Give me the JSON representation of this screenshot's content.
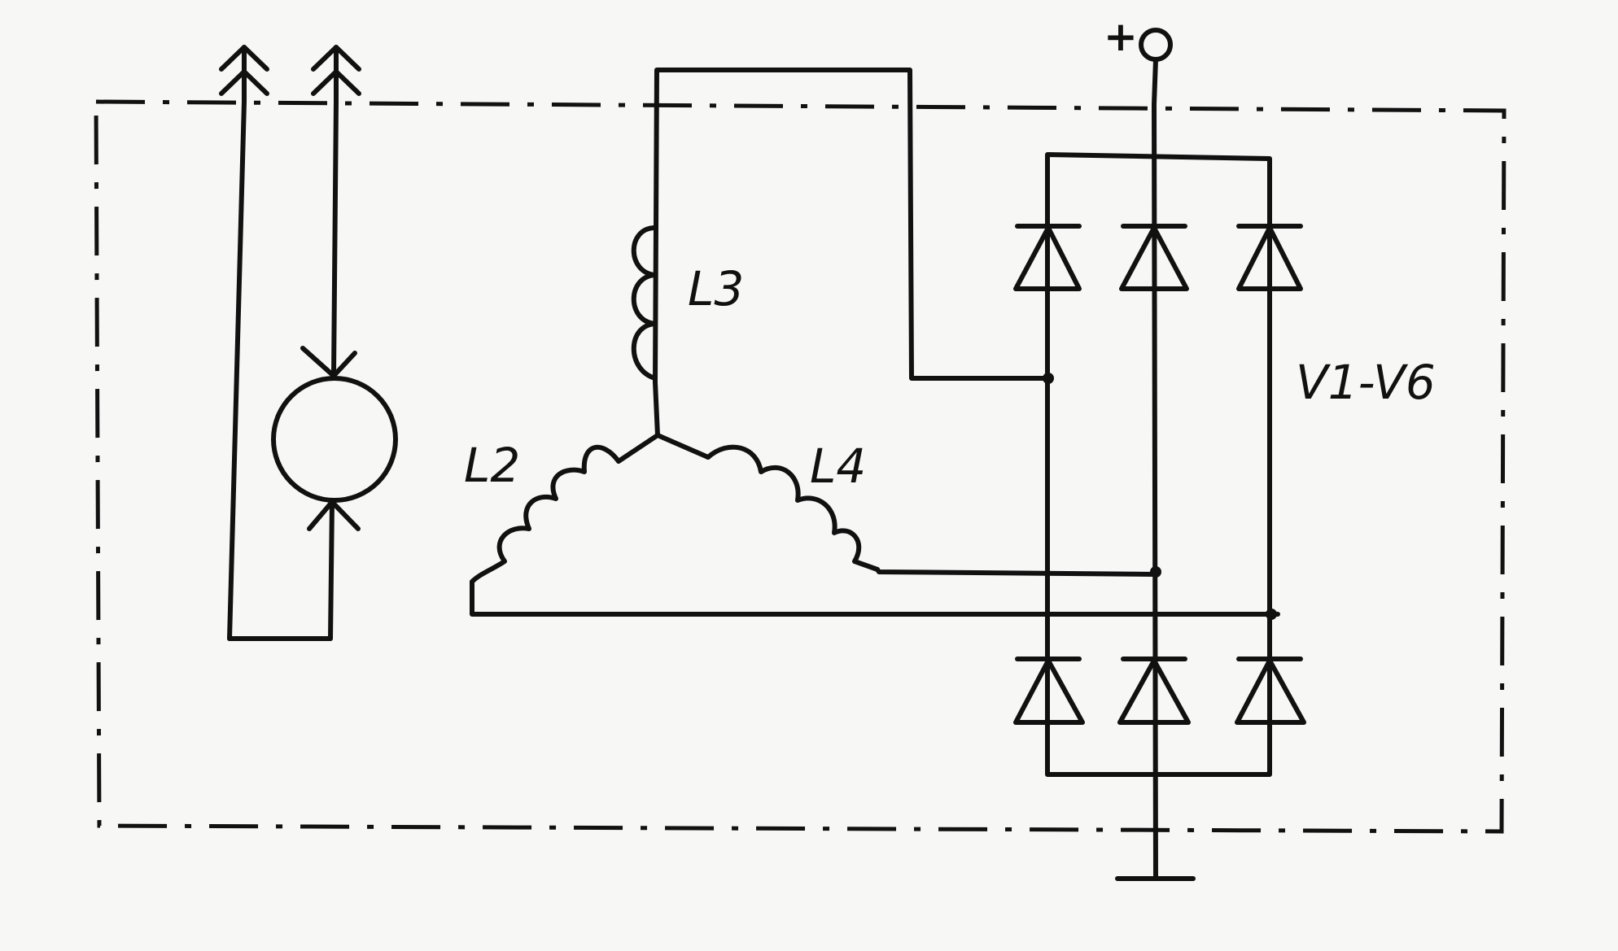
{
  "diagram": {
    "labels": {
      "coil_top": "L3",
      "coil_left": "L2",
      "coil_right": "L4",
      "diodes": "V1-V6",
      "positive_terminal": "+"
    },
    "colors": {
      "ink": "#111111",
      "paper": "#f7f7f5"
    }
  }
}
